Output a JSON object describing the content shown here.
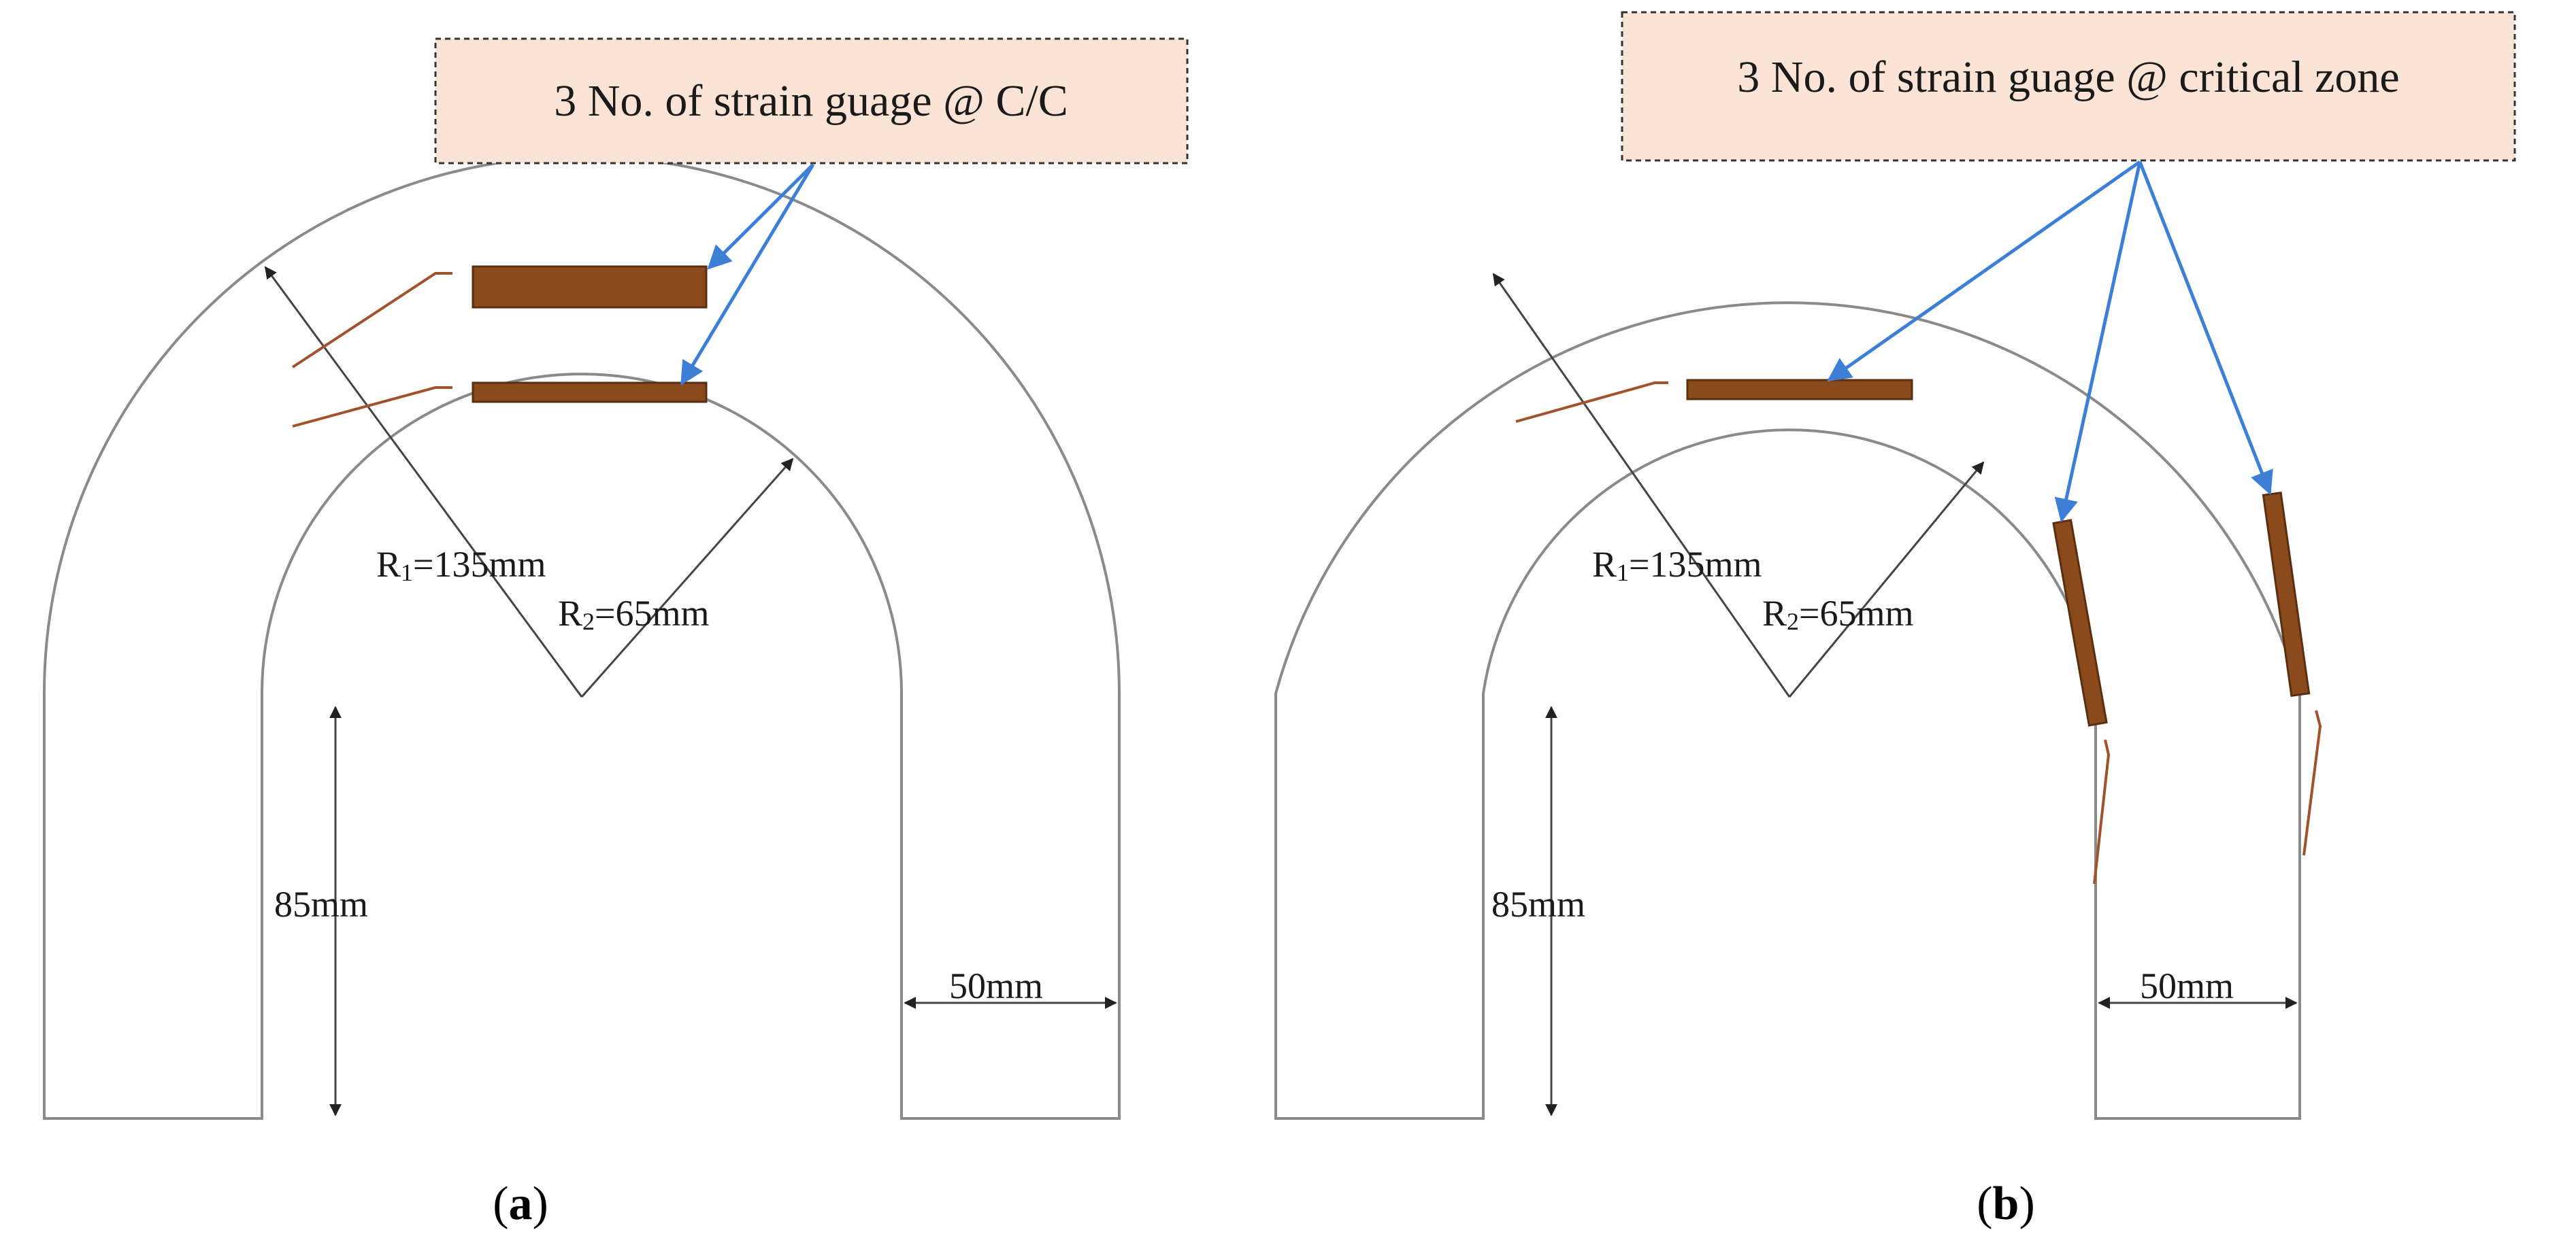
{
  "figure": {
    "panel_a": {
      "callout": "3 No. of strain guage @ C/C",
      "r1_label_main": "R",
      "r1_label_sub": "1",
      "r1_label_value": "=135mm",
      "r2_label_main": "R",
      "r2_label_sub": "2",
      "r2_label_value": "=65mm",
      "height_label": "85mm",
      "width_label": "50mm",
      "caption_open": "(",
      "caption_letter": "a",
      "caption_close": ")"
    },
    "panel_b": {
      "callout": "3 No. of strain guage @ critical zone",
      "r1_label_main": "R",
      "r1_label_sub": "1",
      "r1_label_value": "=135mm",
      "r2_label_main": "R",
      "r2_label_sub": "2",
      "r2_label_value": "=65mm",
      "height_label": "85mm",
      "width_label": "50mm",
      "caption_open": "(",
      "caption_letter": "b",
      "caption_close": ")"
    }
  },
  "colors": {
    "outline": "#8a8a8a",
    "arrow": "#3d7fd6",
    "gauge": "#8b4a1c",
    "wire": "#a0522d",
    "callout_fill": "#fbe3d6"
  }
}
